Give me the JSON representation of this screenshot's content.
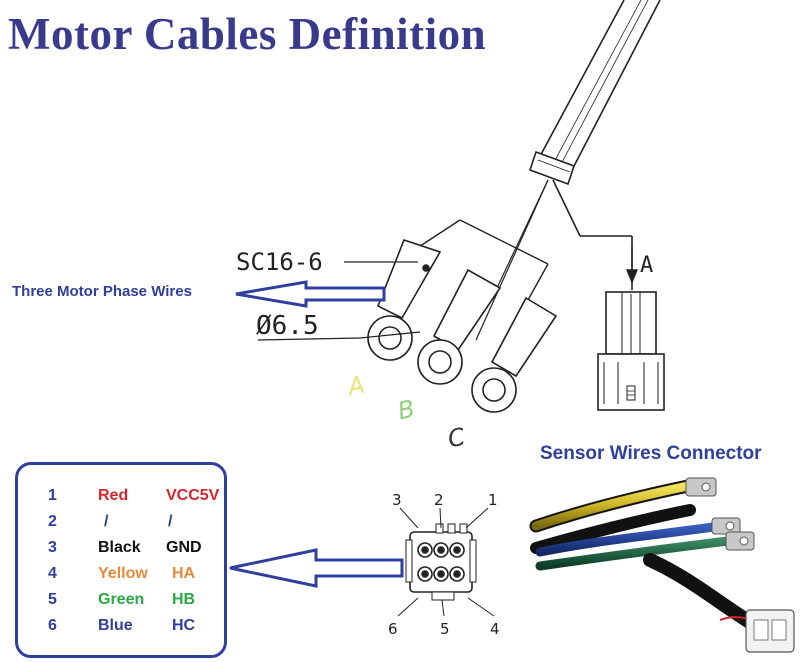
{
  "title": "Motor Cables Definition",
  "labels": {
    "phase_wires": "Three Motor Phase Wires",
    "sensor_connector": "Sensor Wires Connector",
    "terminal_spec": "SC16-6",
    "diameter": "Ø6.5",
    "view_arrow": "A"
  },
  "phases": [
    "A",
    "B",
    "C"
  ],
  "connector_pins": [
    "1",
    "2",
    "3",
    "4",
    "5",
    "6"
  ],
  "pinout": [
    {
      "num": "1",
      "color": "Red",
      "signal": "VCC5V",
      "hex": "#d7262b"
    },
    {
      "num": "2",
      "color": "/",
      "signal": "/",
      "hex": "#2e3f9c"
    },
    {
      "num": "3",
      "color": "Black",
      "signal": "GND",
      "hex": "#111111"
    },
    {
      "num": "4",
      "color": "Yellow",
      "signal": "HA",
      "hex": "#e8893a"
    },
    {
      "num": "5",
      "color": "Green",
      "signal": "HB",
      "hex": "#2aa845"
    },
    {
      "num": "6",
      "color": "Blue",
      "signal": "HC",
      "hex": "#2e3f9c"
    }
  ],
  "colors": {
    "accent": "#2e3f9c",
    "title": "#3a3a8c",
    "phase_A": "#e6e47a",
    "phase_B": "#8fd07a",
    "phase_C": "#333333"
  }
}
